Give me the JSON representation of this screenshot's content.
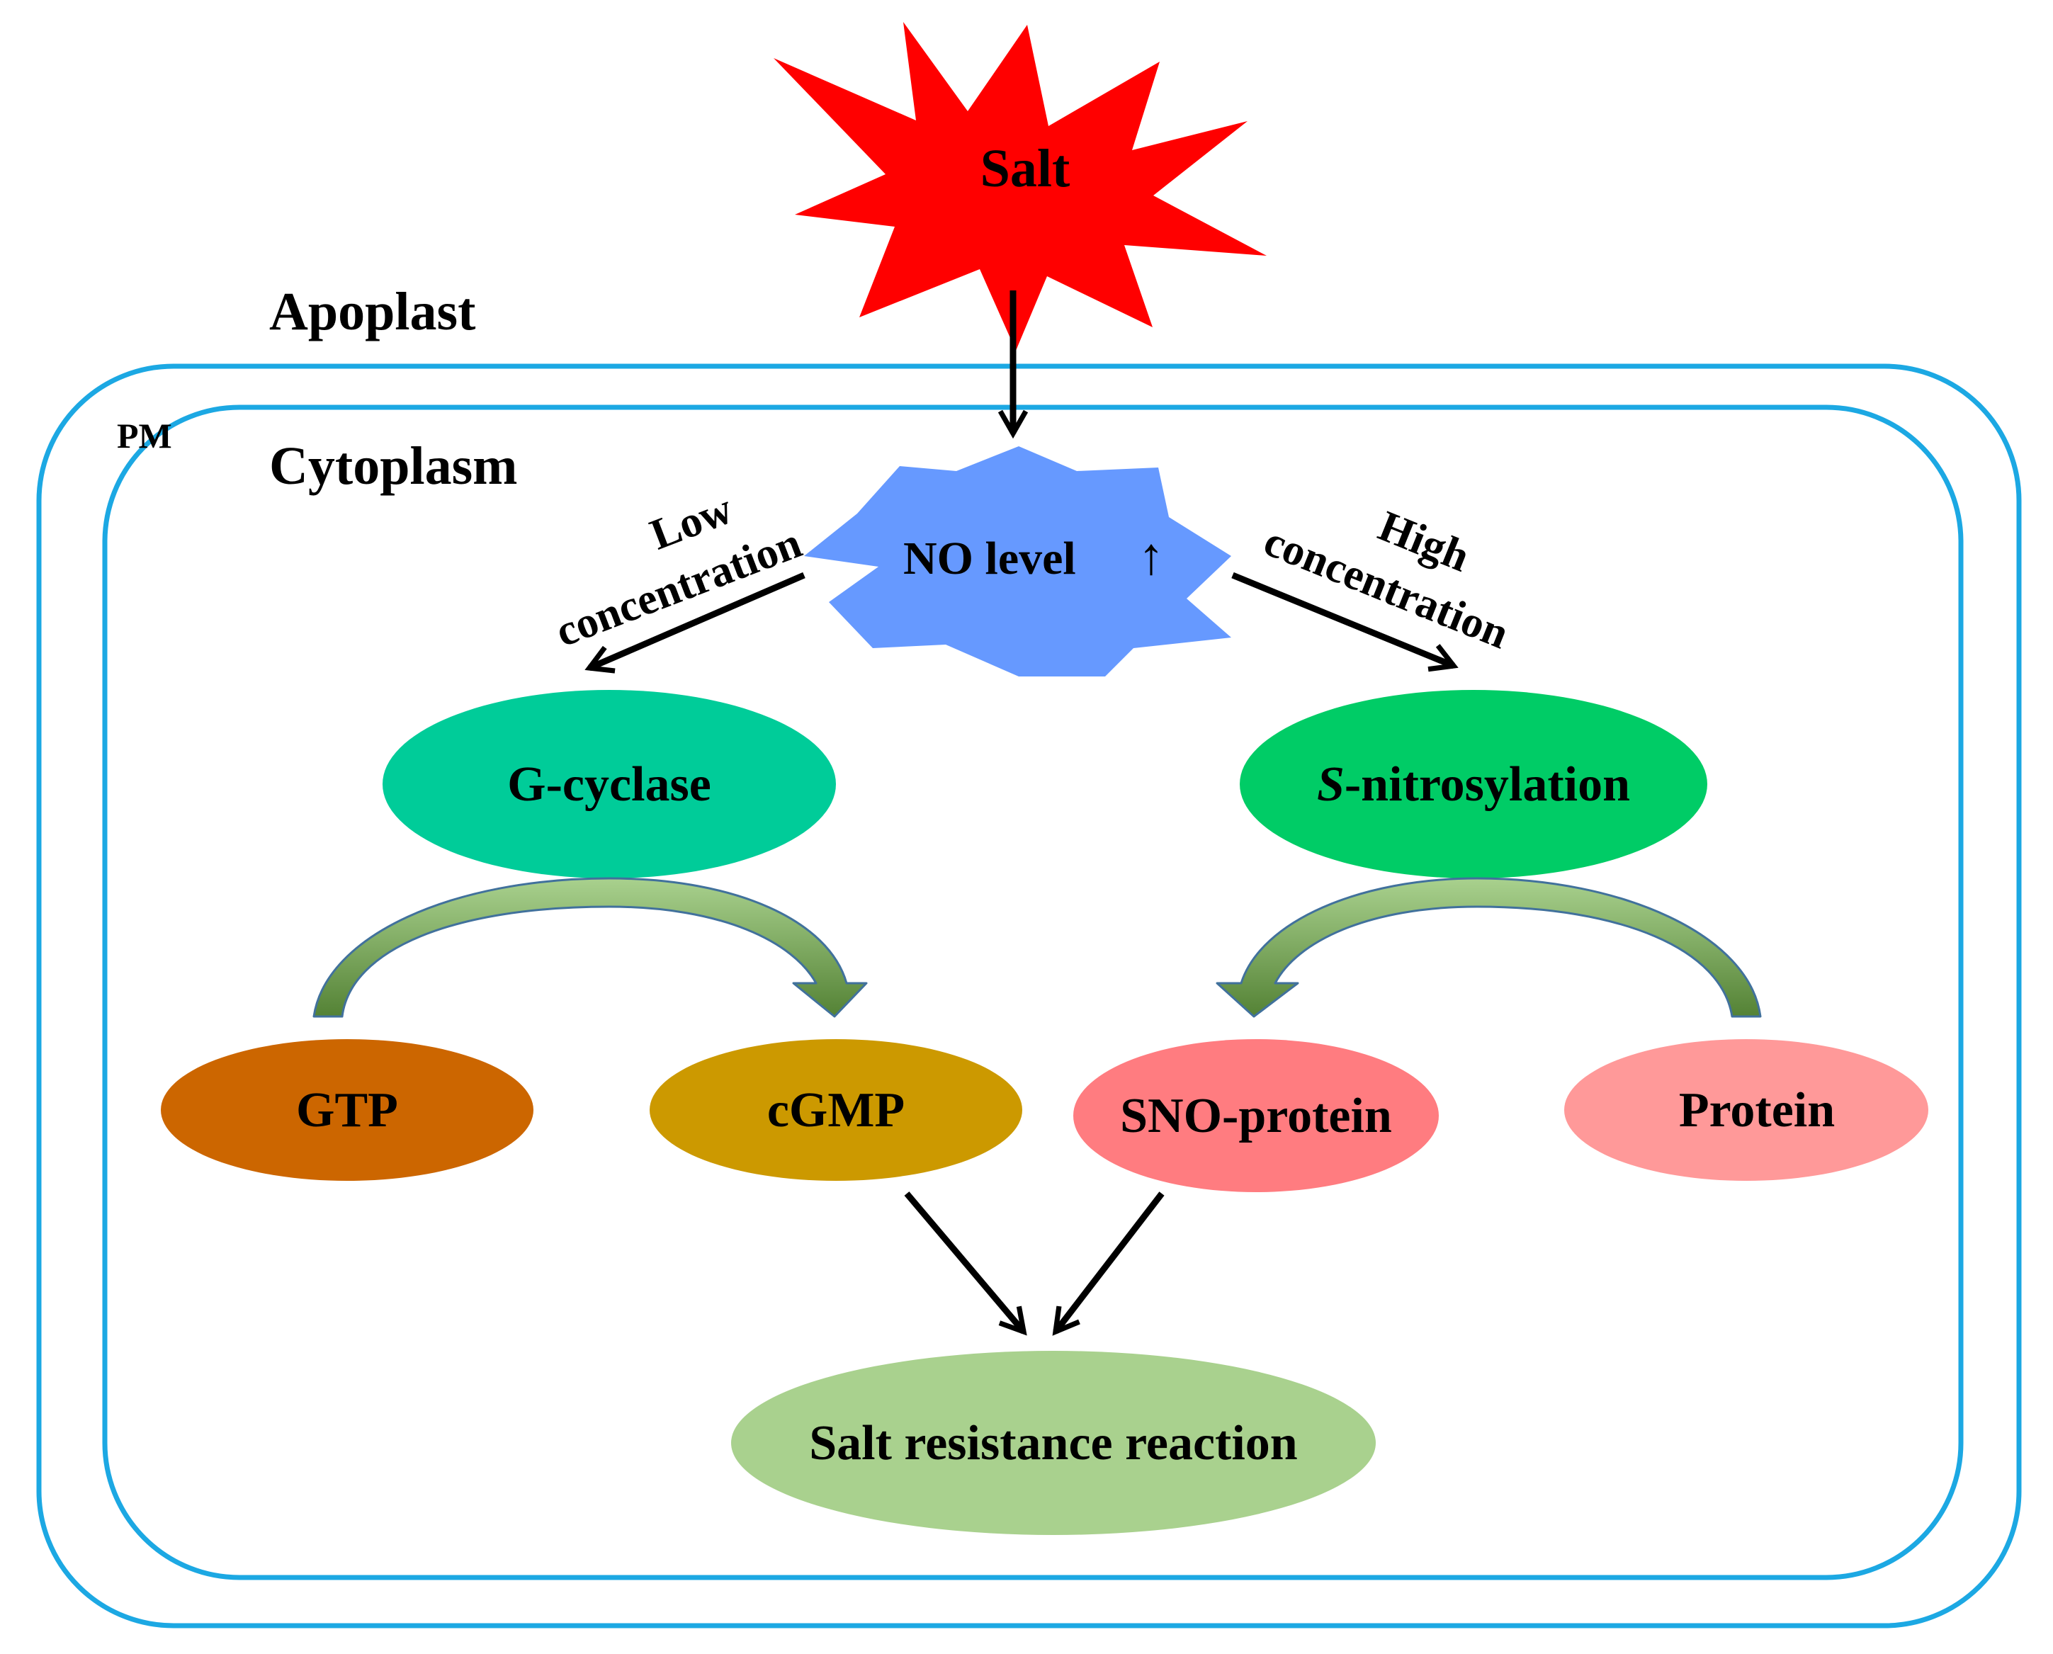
{
  "labels": {
    "salt": "Salt",
    "apoplast": "Apoplast",
    "pm": "PM",
    "cytoplasm": "Cytoplasm",
    "no_level": "NO level",
    "no_level_arrow": "↑",
    "low_line1": "Low",
    "low_line2": "concentration",
    "high_line1": "High",
    "high_line2": "concentration",
    "g_cyclase": "G-cyclase",
    "s_prefix": "S",
    "nitrosylation": "-nitrosylation",
    "gtp": "GTP",
    "cgmp": "cGMP",
    "sno_protein": "SNO-protein",
    "protein": "Protein",
    "salt_resistance": "Salt resistance reaction"
  },
  "colors": {
    "membrane": "#1ca8e3",
    "salt_star": "#ff0000",
    "no_star": "#6699ff",
    "g_cyclase": "#00cc99",
    "s_nitrosylation": "#00cc66",
    "gtp": "#cc6600",
    "cgmp": "#cc9900",
    "sno_protein": "#ff7c80",
    "protein": "#ff9999",
    "salt_resistance": "#a9d18e",
    "curved_arrow_fill": "#70ad47",
    "curved_arrow_stroke": "#41719c",
    "arrow": "#000000"
  }
}
